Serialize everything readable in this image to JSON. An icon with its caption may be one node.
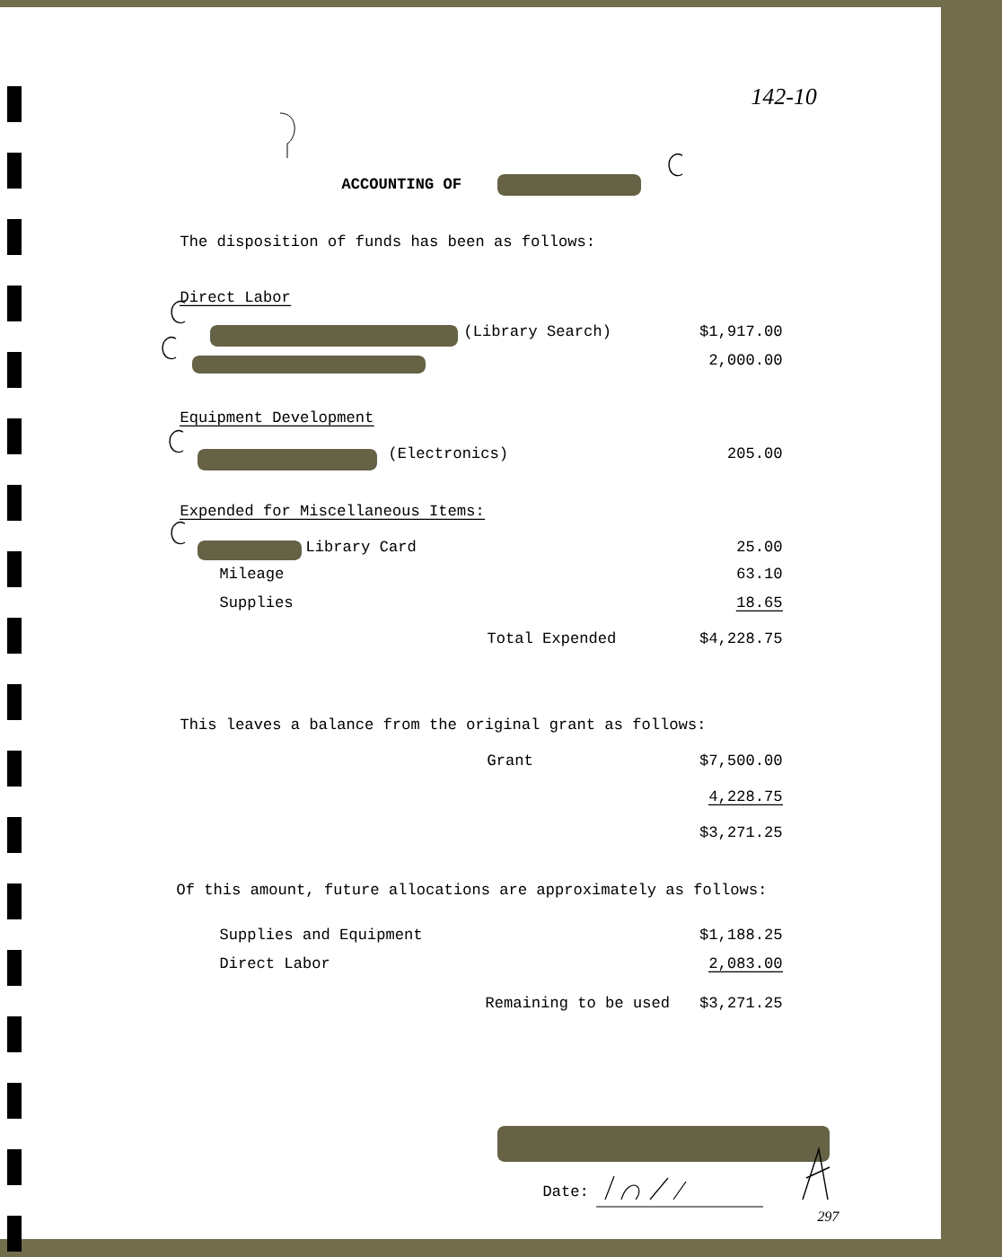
{
  "diagram": {
    "title": "ACCOUNTING OF",
    "labels": [
      "142-10",
      "The disposition of funds has been as follows:",
      "Direct Labor",
      "(Library Search)",
      "$1,917.00",
      "2,000.00",
      "Equipment Development",
      "(Electronics)",
      "205.00",
      "Expended for Miscellaneous Items:",
      "Library Card",
      "25.00",
      "Mileage",
      "63.10",
      "Supplies",
      "18.65",
      "Total Expended",
      "$4,228.75",
      "This leaves a balance from the original grant as follows:",
      "Grant",
      "$7,500.00",
      "4,228.75",
      "$3,271.25",
      "Of this amount, future allocations are approximately as follows:",
      "Supplies and Equipment",
      "$1,188.25",
      "Direct Labor",
      "2,083.00",
      "Remaining to be used",
      "$3,271.25",
      "Date:",
      "297"
    ]
  }
}
